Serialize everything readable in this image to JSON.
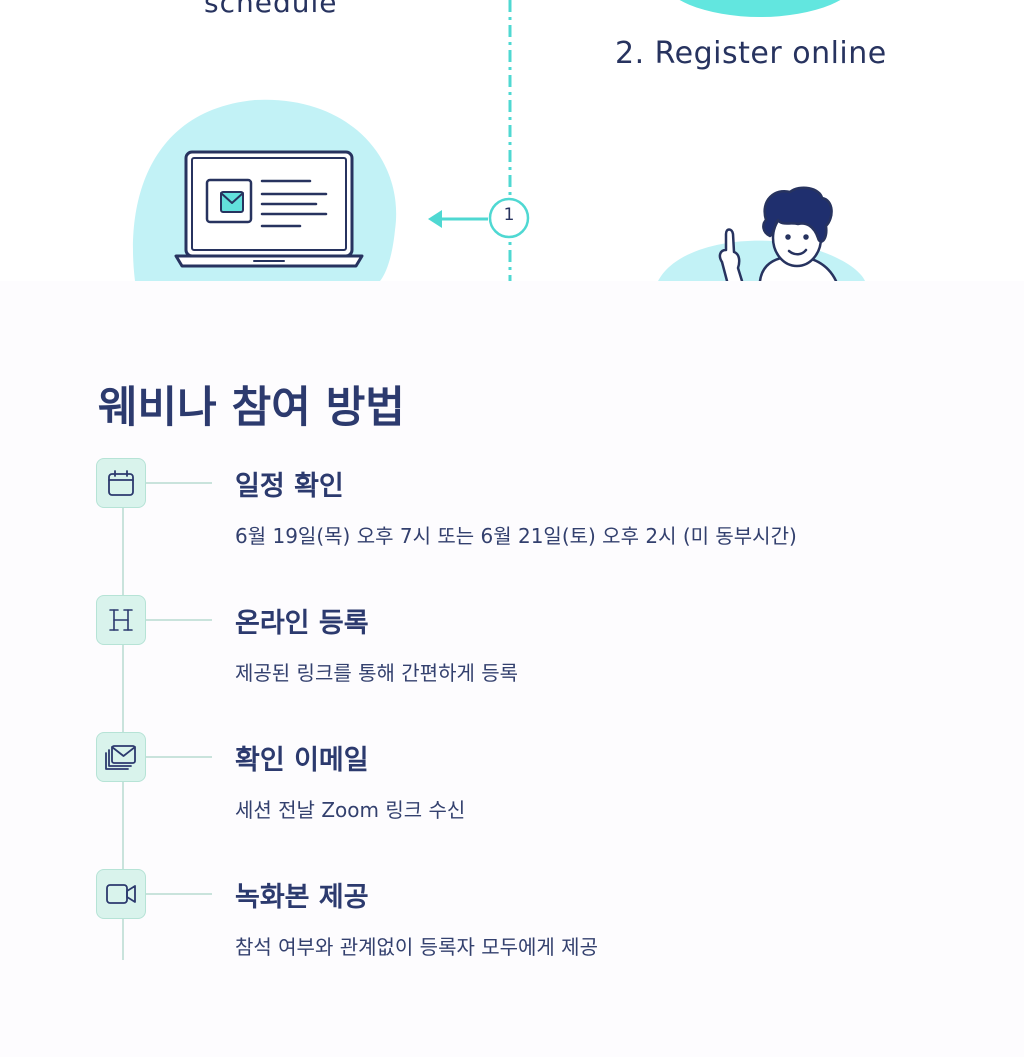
{
  "illustration": {
    "caption_left": "schedule",
    "caption_right": "2. Register online",
    "step_marker": "1"
  },
  "section": {
    "title": "웨비나 참여 방법"
  },
  "steps": [
    {
      "icon": "calendar-icon",
      "title": "일정 확인",
      "description": "6월 19일(목) 오후 7시 또는 6월 21일(토) 오후 2시 (미 동부시간)"
    },
    {
      "icon": "hotel-sign-icon",
      "title": "온라인 등록",
      "description": "제공된 링크를 통해 간편하게 등록"
    },
    {
      "icon": "mail-stack-icon",
      "title": "확인 이메일",
      "description": "세션 전날 Zoom 링크 수신"
    },
    {
      "icon": "video-camera-icon",
      "title": "녹화본 제공",
      "description": "참석 여부와 관계없이 등록자 모두에게 제공"
    }
  ],
  "colors": {
    "navy": "#2c3a6e",
    "aqua": "#62e0dc",
    "blob": "#c2f2f6",
    "icon_bg": "#d9f3ec",
    "icon_border": "#b6e3d6",
    "line": "#c9e3dc"
  }
}
